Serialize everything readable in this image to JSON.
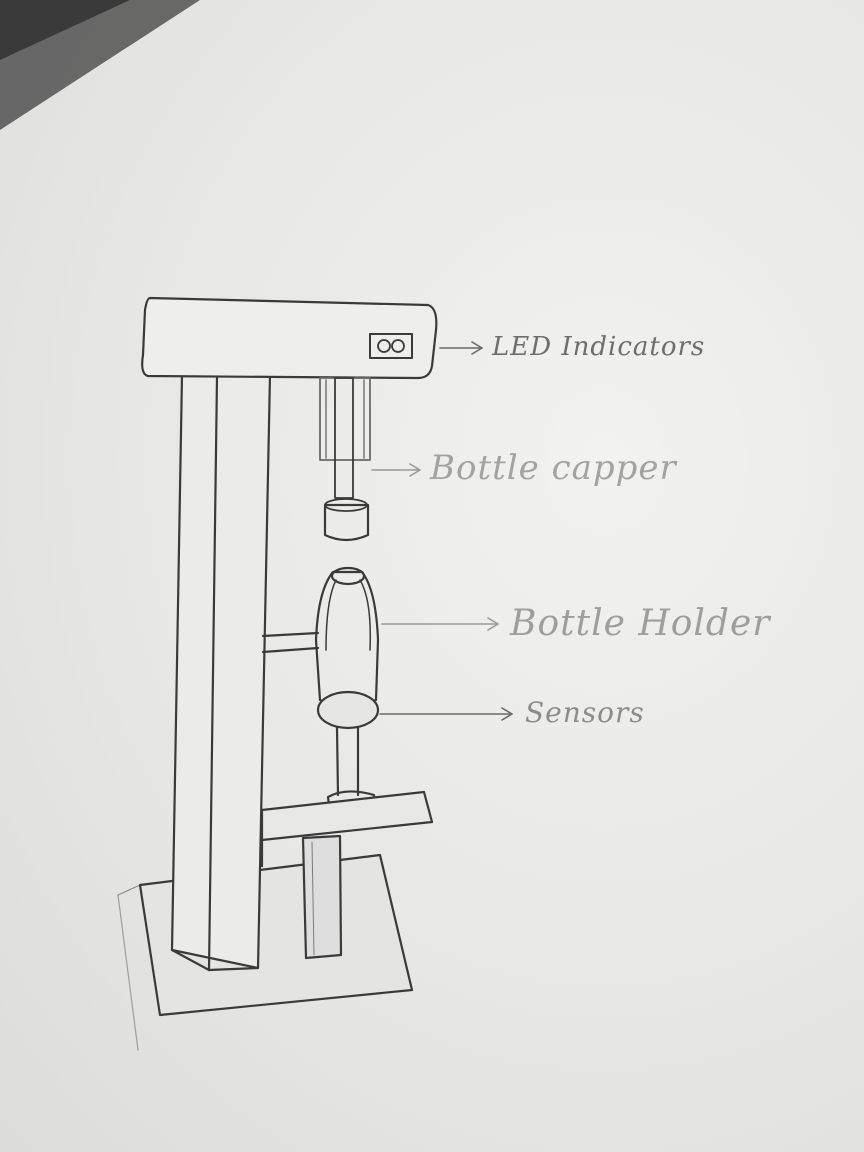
{
  "labels": {
    "led": "LED Indicators",
    "capper": "Bottle capper",
    "holder": "Bottle Holder",
    "sensors": "Sensors"
  },
  "colors": {
    "pencil": "#3a3a3a",
    "paper": "#eeeeec"
  }
}
